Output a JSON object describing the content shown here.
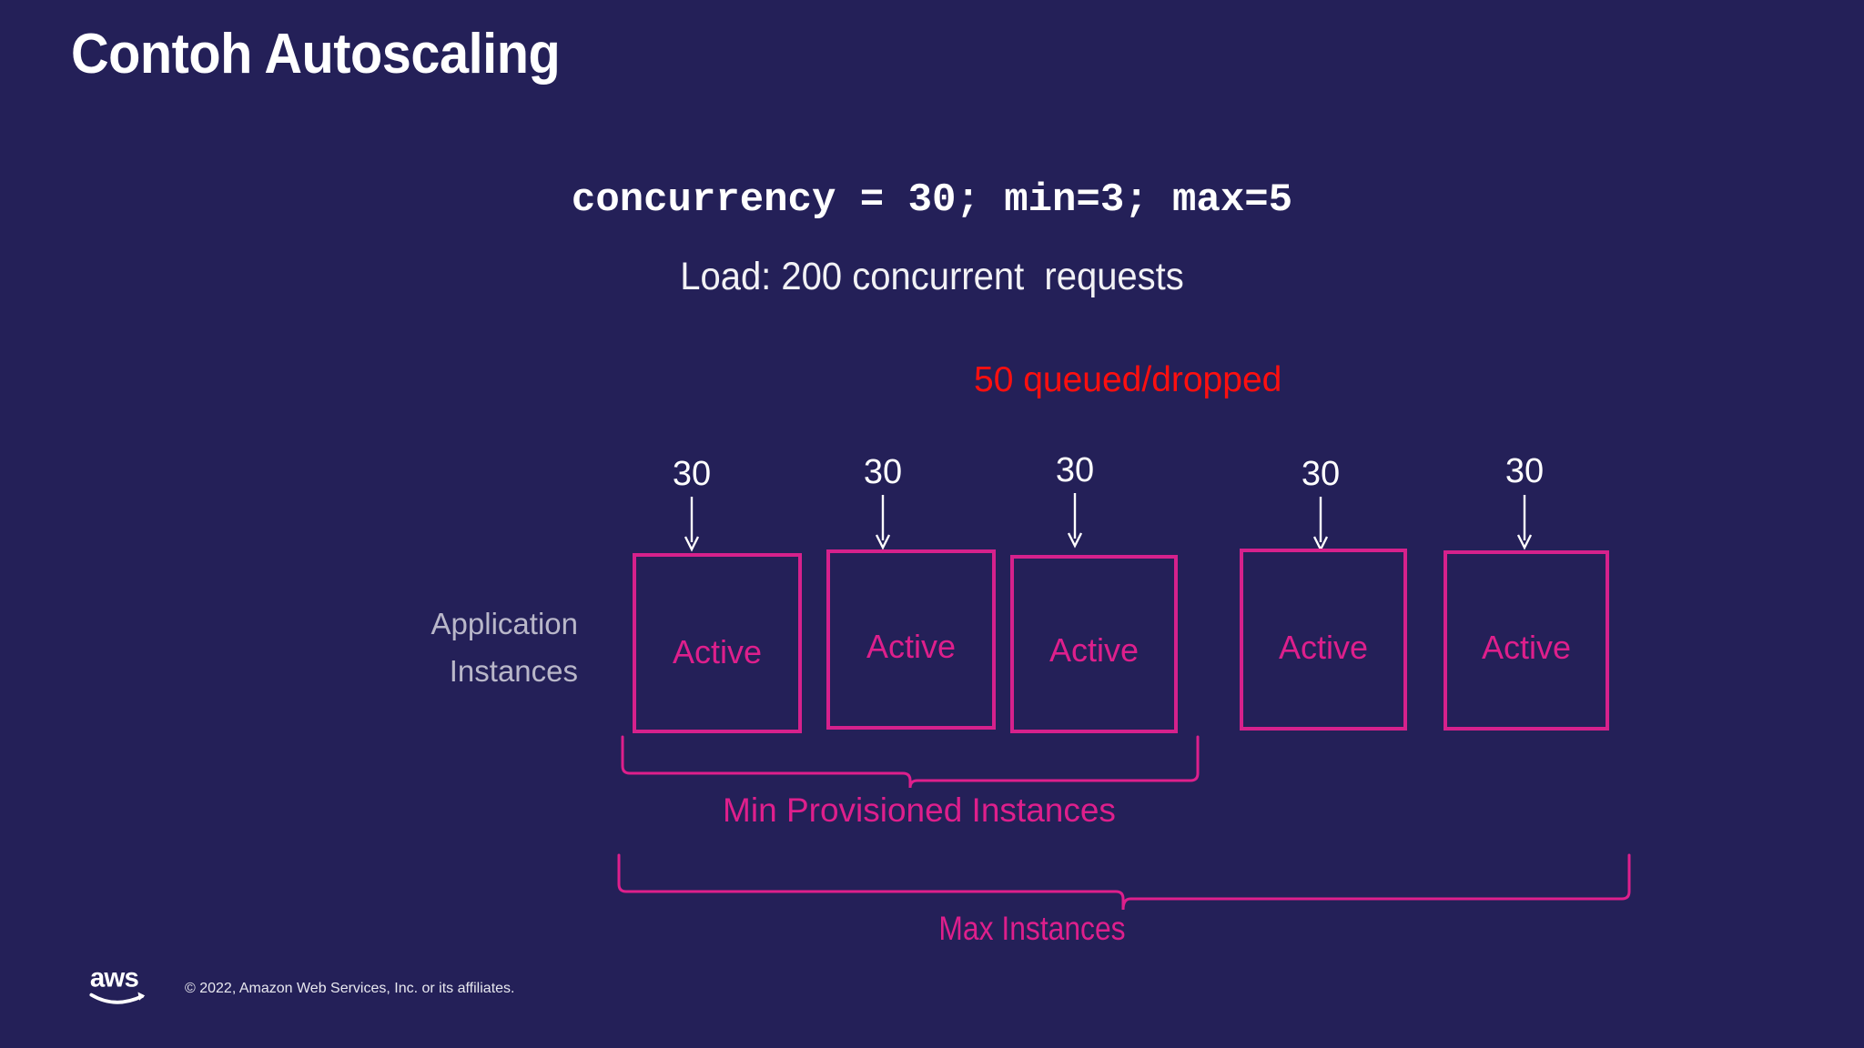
{
  "slide": {
    "title": "Contoh Autoscaling",
    "background_color": "#242058",
    "accent_pink": "#de1f8c",
    "warning_red": "#ff0f0f",
    "label_gray": "#b9b7c9"
  },
  "config": {
    "code_line": "concurrency = 30; min=3; max=5",
    "load_line": "Load: 200 concurrent  requests"
  },
  "warning": {
    "queued_dropped": "50 queued/dropped"
  },
  "diagram": {
    "row_label_line1": "Application",
    "row_label_line2": "Instances",
    "instances": [
      {
        "request_count": "30",
        "state": "Active"
      },
      {
        "request_count": "30",
        "state": "Active"
      },
      {
        "request_count": "30",
        "state": "Active"
      },
      {
        "request_count": "30",
        "state": "Active"
      },
      {
        "request_count": "30",
        "state": "Active"
      }
    ],
    "brackets": {
      "min_label": "Min Provisioned Instances",
      "max_label": "Max Instances"
    }
  },
  "footer": {
    "logo_text": "aws",
    "copyright": "© 2022, Amazon Web Services, Inc. or its affiliates."
  }
}
